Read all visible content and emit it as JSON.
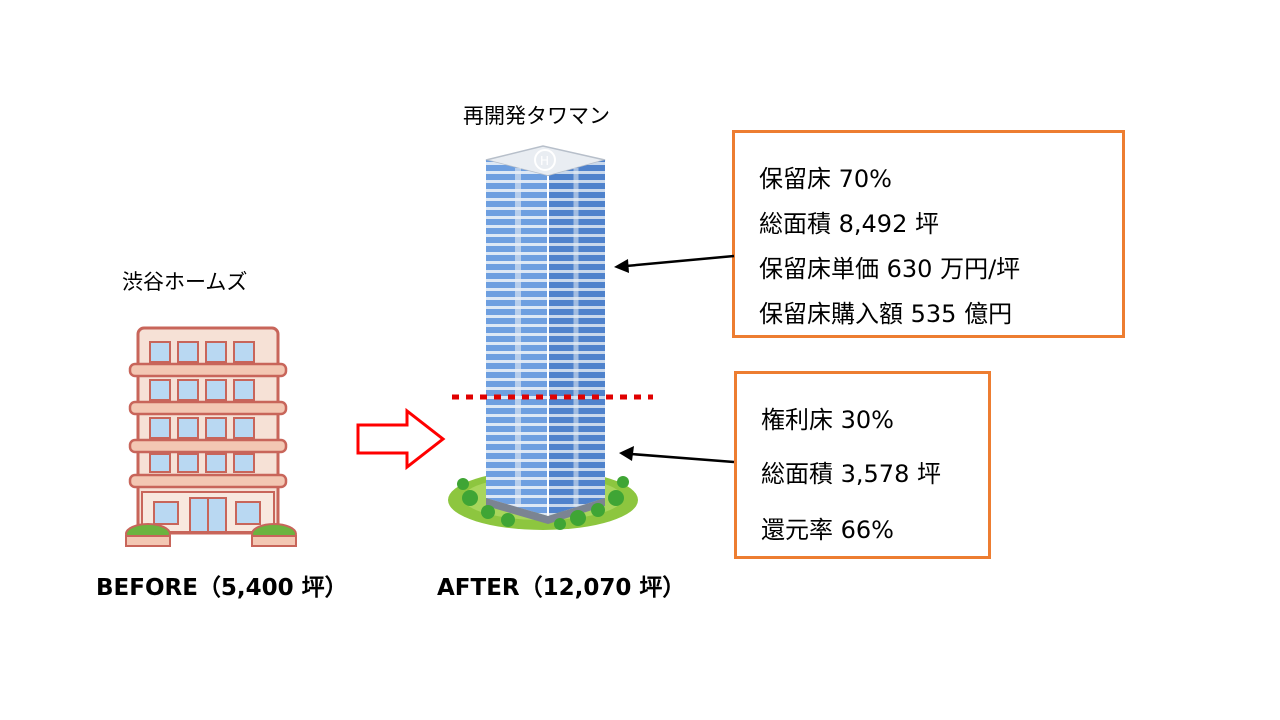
{
  "before": {
    "building_label": "渋谷ホームズ",
    "caption": "BEFORE（5,400 坪）"
  },
  "after": {
    "building_label": "再開発タワマン",
    "caption": "AFTER（12,070 坪）"
  },
  "reserved_floor_box": {
    "line1": "保留床 70%",
    "line2": "総面積 8,492 坪",
    "line3": "保留床単価  630 万円/坪",
    "line4": "保留床購入額  535 億円"
  },
  "rights_floor_box": {
    "line1": "権利床 30%",
    "line2": "総面積 3,578 坪",
    "line3": "還元率  66%"
  },
  "colors": {
    "box_border": "#ED7D31",
    "arrow_red": "#FF0000",
    "divider_red": "#E00000",
    "tower_blue": "#5B8FD6",
    "building_outline": "#D9756A"
  }
}
